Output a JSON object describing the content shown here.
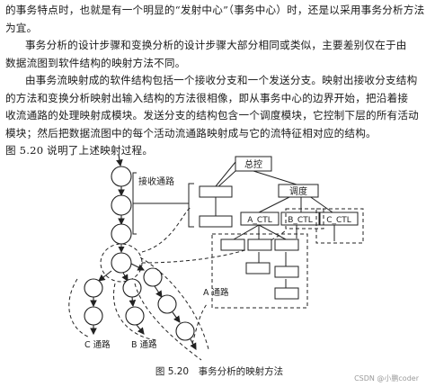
{
  "text": {
    "p1": [
      "的事务特点时，也就是有一个明显的“发射中心”（事务中心）时，还是以采用事务分析方法",
      "为宜。"
    ],
    "p2": [
      "事务分析的设计步骤和变换分析的设计步骤大部分相同或类似，主要差别仅在于由",
      "数据流图到软件结构的映射方法不同。"
    ],
    "p3": [
      "由事务流映射成的软件结构包括一个接收分支和一个发送分支。映射出接收分支结构",
      "的方法和变换分析映射出输入结构的方法很相像，即从事务中心的边界开始，把沿着接",
      "收流通路的处理映射成模块。发送分支的结构包含一个调度模块，它控制下层的所有活动",
      "模块；然后把数据流图中的每个活动流通路映射成与它的流特征相对应的结构。",
      "图 5.20 说明了上述映射过程。"
    ]
  },
  "figure": {
    "label_receive": "接收通路",
    "box_main": "总控",
    "box_dispatch": "调度",
    "box_a": "A_CTL",
    "box_b": "B_CTL",
    "box_c": "C_CTL",
    "label_a": "A 通路",
    "label_b": "B 通路",
    "label_c": "C 通路",
    "caption": "图 5.20　事务分析的映射方法"
  },
  "watermark": "CSDN @小鹏coder"
}
